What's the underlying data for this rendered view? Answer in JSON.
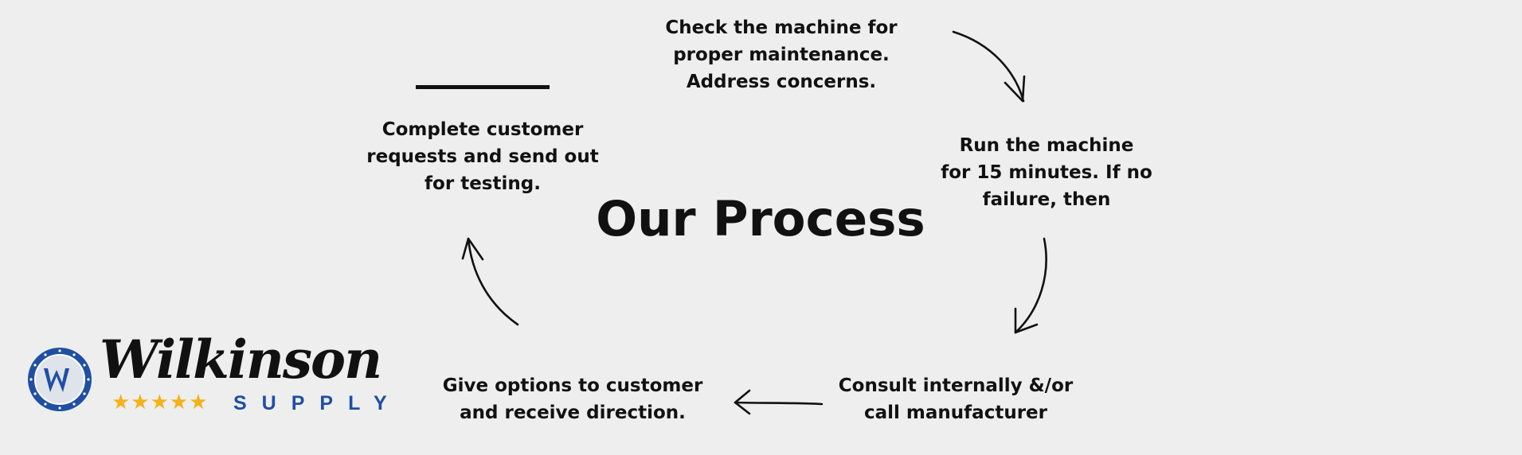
{
  "title": "Our Process",
  "steps": [
    "Check the machine for\nproper maintenance.\nAddress concerns.",
    "Run the machine\nfor 15 minutes. If no\nfailure, then",
    "Consult internally &/or\ncall manufacturer",
    "Give options to customer\nand receive direction.",
    "Complete customer\nrequests and send out\nfor testing."
  ],
  "logo": {
    "wordmark": "Wilkinson",
    "tagline": "SUPPLY",
    "stars": "★★★★★"
  },
  "colors": {
    "background": "#eeeeee",
    "text": "#111111",
    "brand_blue": "#1f4fa3",
    "star_gold": "#f3b21a"
  },
  "icons": [
    "arrow-icon",
    "logo-badge-icon"
  ]
}
